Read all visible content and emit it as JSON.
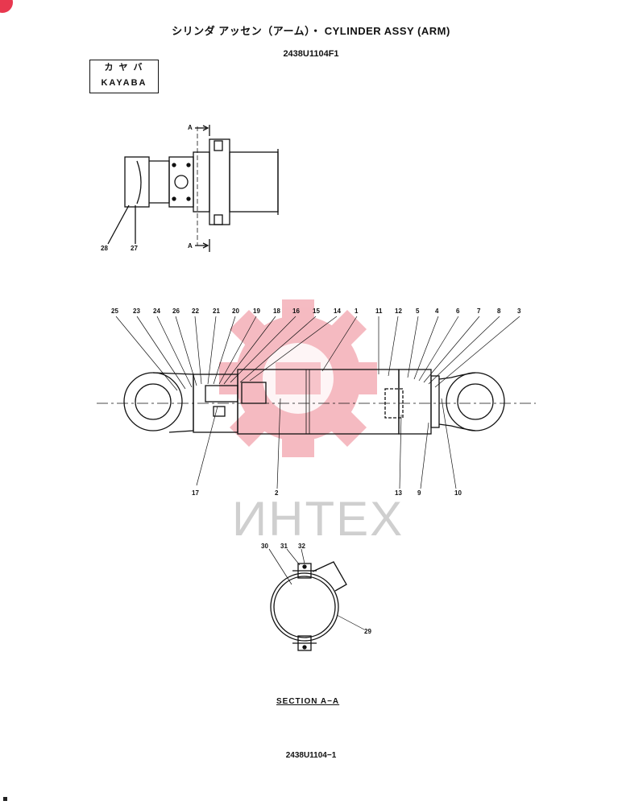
{
  "header": {
    "title": "シリンダ アッセン（アーム）・ CYLINDER ASSY (ARM)",
    "drawing_code": "2438U1104F1"
  },
  "maker_box": {
    "line1": "カ ヤ バ",
    "line2": "KAYABA"
  },
  "section_marks": {
    "upper": "A",
    "lower": "A"
  },
  "section_label": "SECTION A−A",
  "sheet_code": "2438U1104−1",
  "watermark": "ИНТЕХ",
  "callouts": {
    "top_view": [
      "28",
      "27"
    ],
    "main_top": [
      "25",
      "23",
      "24",
      "26",
      "22",
      "21",
      "20",
      "19",
      "18",
      "16",
      "15",
      "14",
      "1",
      "11",
      "12",
      "5",
      "4",
      "6",
      "7",
      "8",
      "3"
    ],
    "main_bottom": [
      "17",
      "2",
      "13",
      "9",
      "10"
    ],
    "section": [
      "30",
      "31",
      "32",
      "29"
    ]
  },
  "colors": {
    "watermark_logo": "#f2a4ad",
    "corner_badge": "#e8384f",
    "line": "#111111"
  }
}
